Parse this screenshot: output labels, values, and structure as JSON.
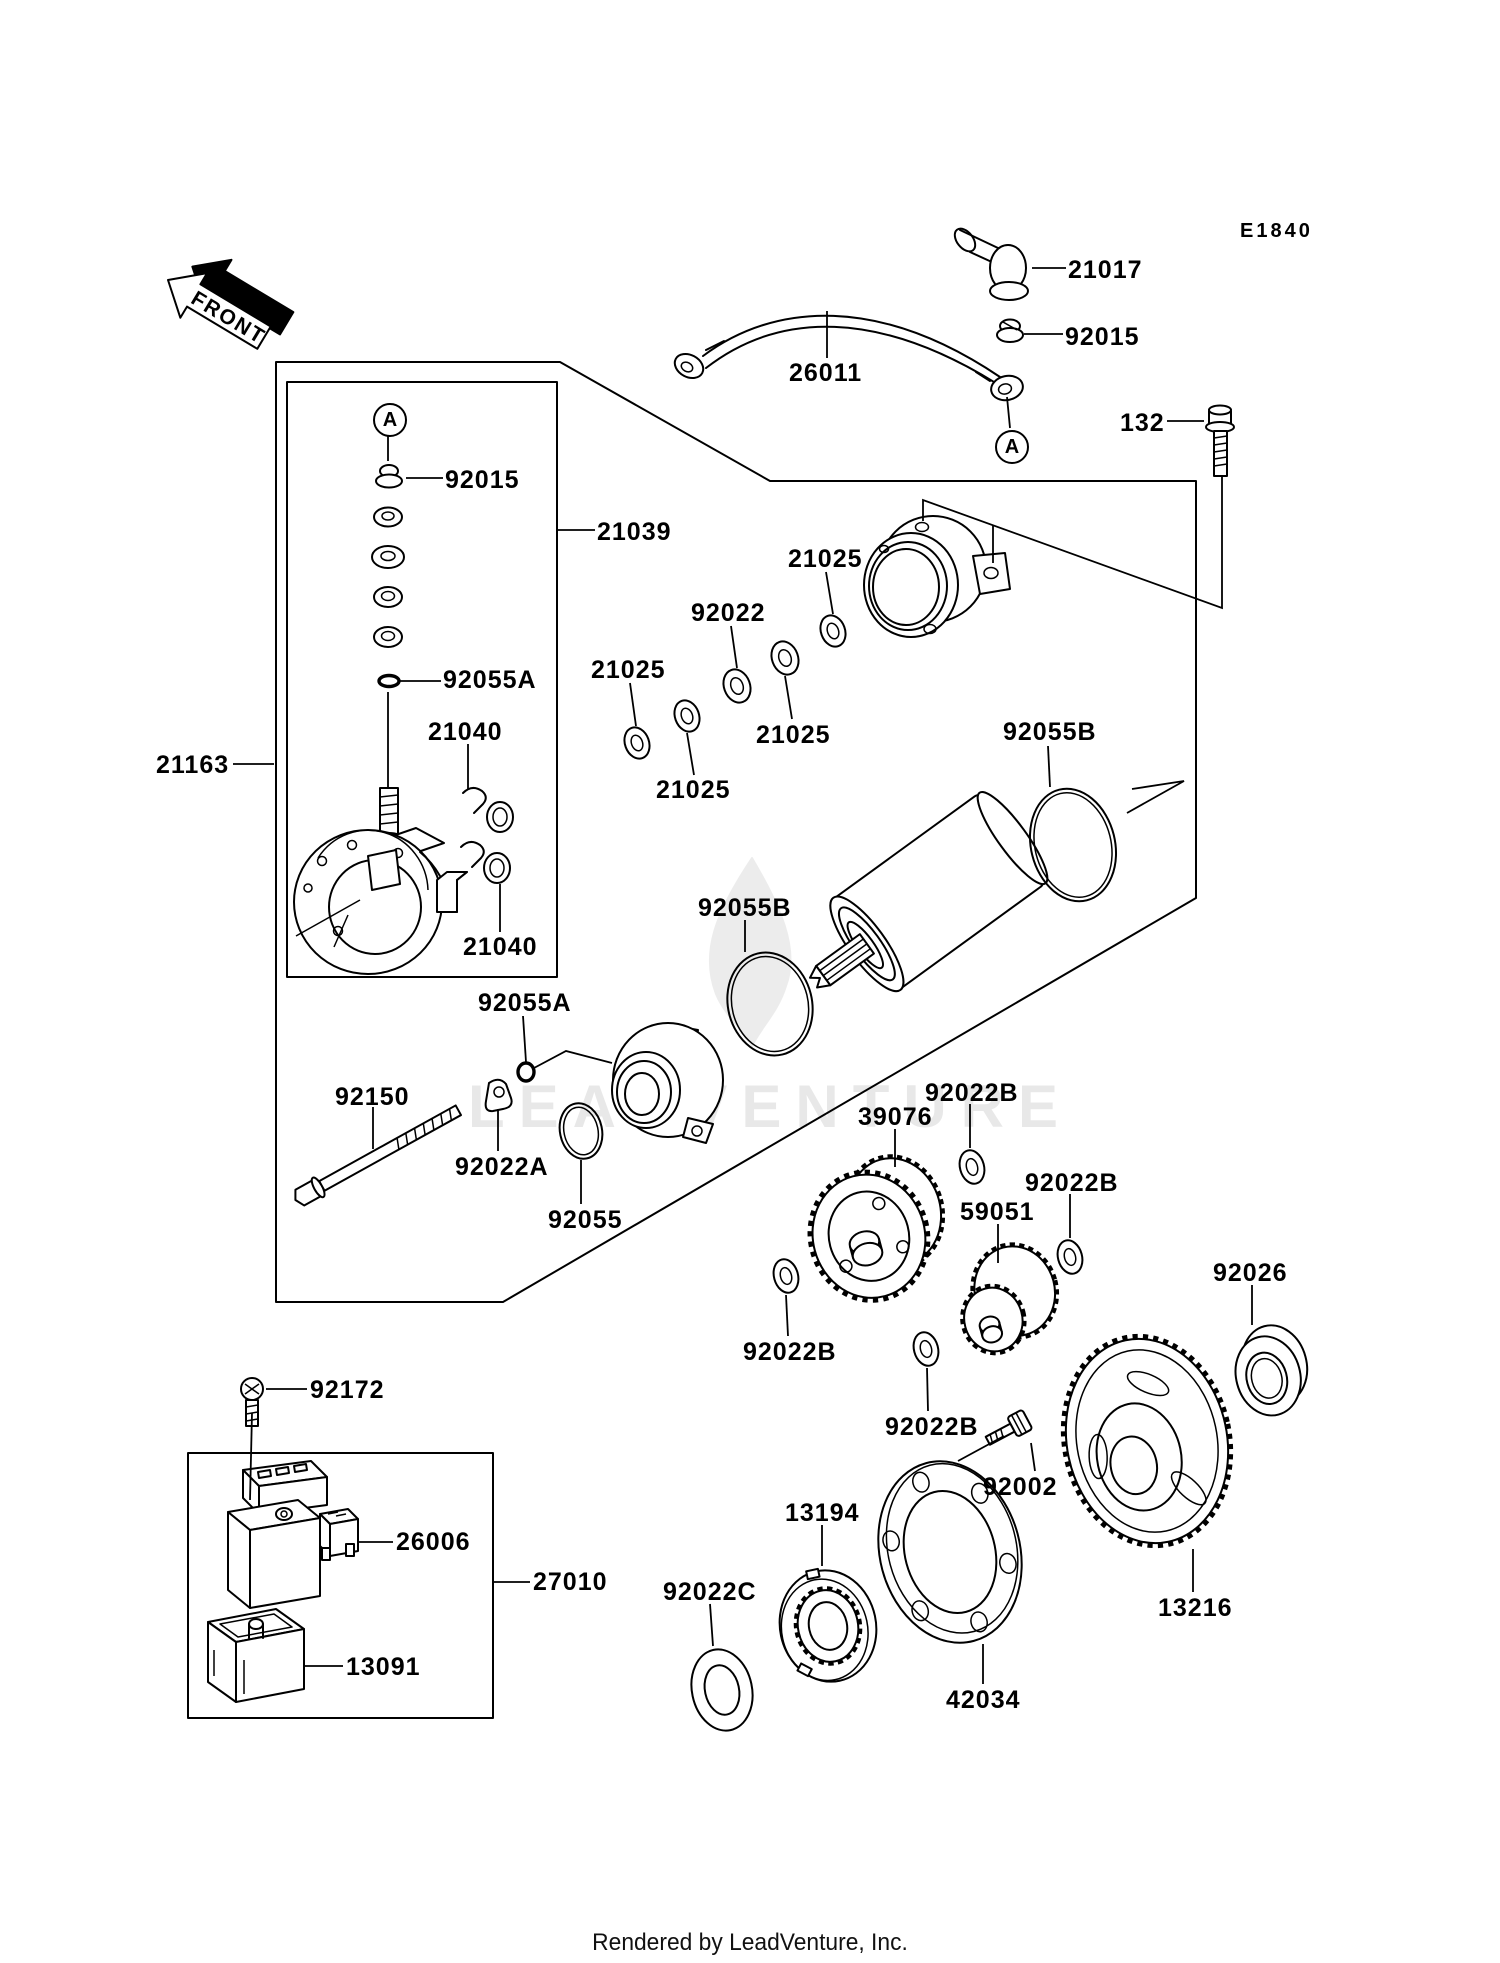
{
  "meta": {
    "diagram_code": "E1840",
    "front_marker": "FRONT",
    "detail_marker": "A",
    "watermark": "LEADVENTURE",
    "footer": "Rendered by LeadVenture, Inc.",
    "line_color": "#000000",
    "background_color": "#ffffff"
  },
  "labels": [
    {
      "part": "21017",
      "text": "21017"
    },
    {
      "part": "92015-terminal",
      "text": "92015"
    },
    {
      "part": "26011",
      "text": "26011"
    },
    {
      "part": "132",
      "text": "132"
    },
    {
      "part": "92015-stud",
      "text": "92015"
    },
    {
      "part": "21039",
      "text": "21039"
    },
    {
      "part": "21025-1",
      "text": "21025"
    },
    {
      "part": "92022",
      "text": "92022"
    },
    {
      "part": "21025-2",
      "text": "21025"
    },
    {
      "part": "92055A-1",
      "text": "92055A"
    },
    {
      "part": "21040-1",
      "text": "21040"
    },
    {
      "part": "92055B-1",
      "text": "92055B"
    },
    {
      "part": "21025-3",
      "text": "21025"
    },
    {
      "part": "21025-4",
      "text": "21025"
    },
    {
      "part": "21163",
      "text": "21163"
    },
    {
      "part": "92055B-2",
      "text": "92055B"
    },
    {
      "part": "21040-2",
      "text": "21040"
    },
    {
      "part": "92055A-2",
      "text": "92055A"
    },
    {
      "part": "92022B-1",
      "text": "92022B"
    },
    {
      "part": "92150",
      "text": "92150"
    },
    {
      "part": "39076",
      "text": "39076"
    },
    {
      "part": "92022B-2",
      "text": "92022B"
    },
    {
      "part": "92022A",
      "text": "92022A"
    },
    {
      "part": "59051",
      "text": "59051"
    },
    {
      "part": "92055",
      "text": "92055"
    },
    {
      "part": "92026",
      "text": "92026"
    },
    {
      "part": "92022B-3",
      "text": "92022B"
    },
    {
      "part": "92172",
      "text": "92172"
    },
    {
      "part": "92022B-4",
      "text": "92022B"
    },
    {
      "part": "92002",
      "text": "92002"
    },
    {
      "part": "13194",
      "text": "13194"
    },
    {
      "part": "26006",
      "text": "26006"
    },
    {
      "part": "27010",
      "text": "27010"
    },
    {
      "part": "92022C",
      "text": "92022C"
    },
    {
      "part": "13216",
      "text": "13216"
    },
    {
      "part": "13091",
      "text": "13091"
    },
    {
      "part": "42034",
      "text": "42034"
    }
  ]
}
